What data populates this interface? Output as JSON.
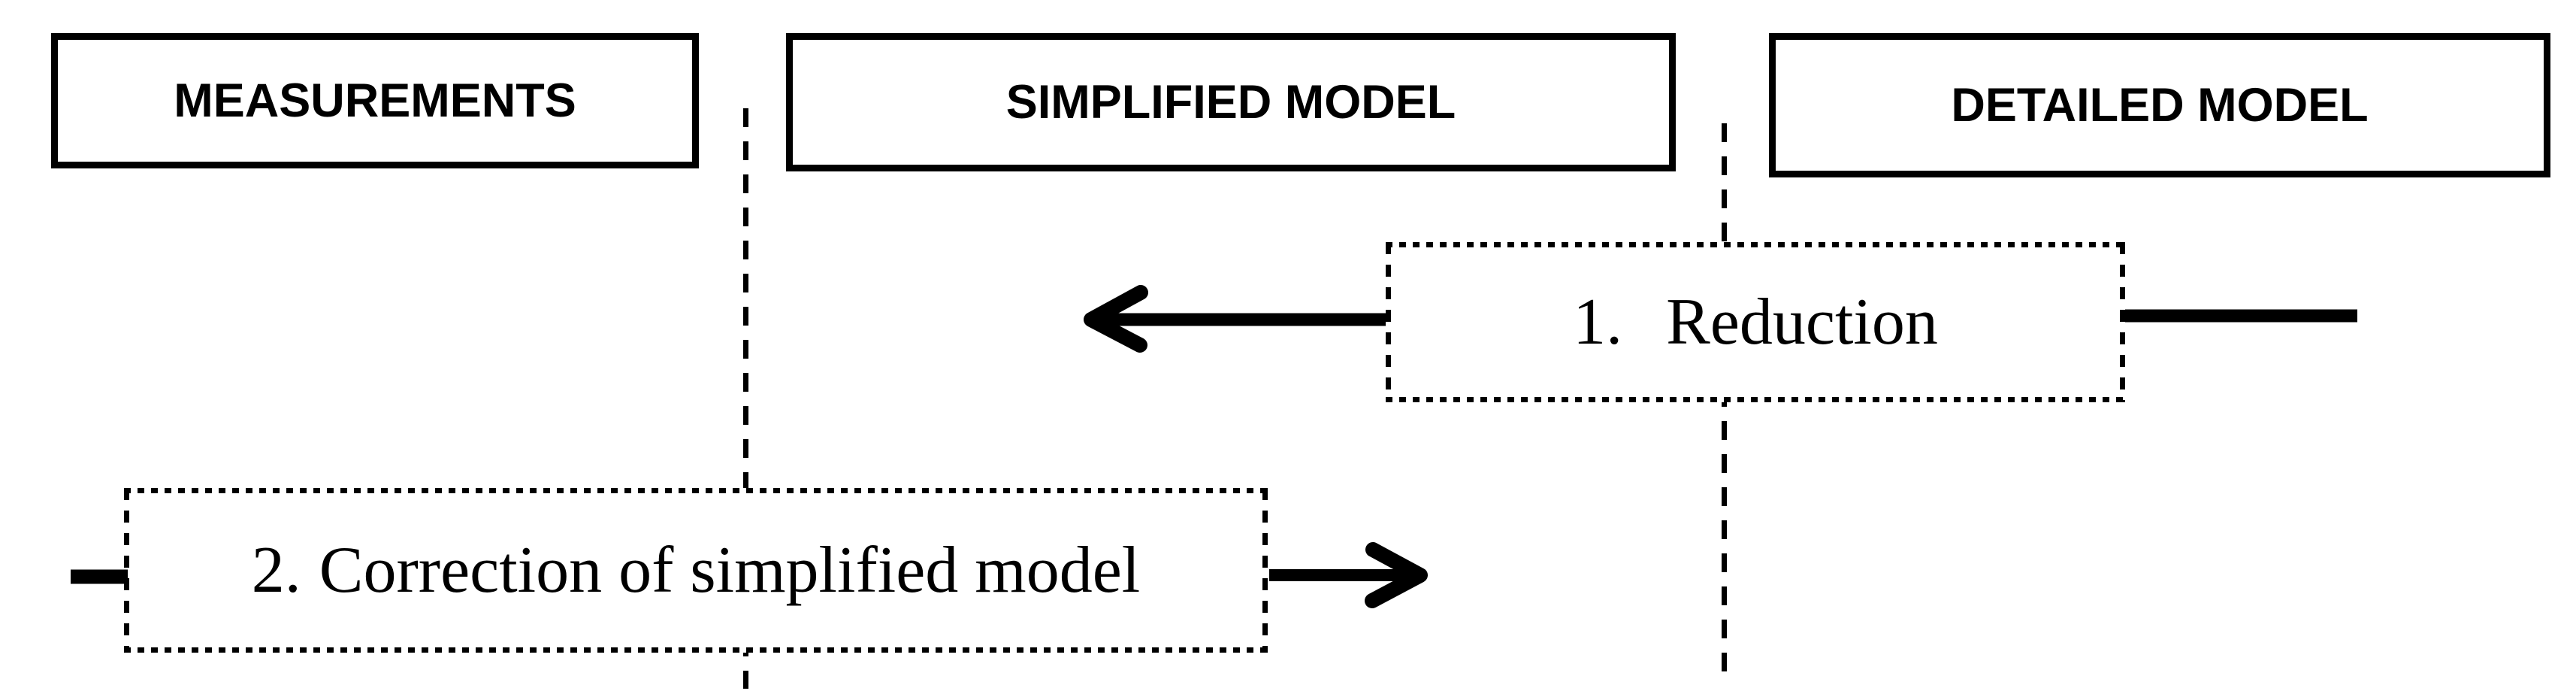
{
  "columns": [
    {
      "label": "MEASUREMENTS"
    },
    {
      "label": "SIMPLIFIED MODEL"
    },
    {
      "label": "DETAILED MODEL"
    }
  ],
  "steps": [
    {
      "number": "1.",
      "label": "Reduction"
    },
    {
      "number": "2.",
      "label": "Correction of simplified model"
    }
  ],
  "connectors": [
    {
      "id": "reduction-output-arrow",
      "type": "arrow",
      "direction": "left",
      "from": "reduction-box",
      "to": "simplified-model-column"
    },
    {
      "id": "reduction-input-line",
      "type": "line",
      "direction": "none",
      "from": "detailed-model-column",
      "to": "reduction-box"
    },
    {
      "id": "correction-input-line",
      "type": "line",
      "direction": "none",
      "from": "measurements-column",
      "to": "correction-box"
    },
    {
      "id": "correction-output-arrow",
      "type": "arrow",
      "direction": "right",
      "from": "correction-box",
      "to": "simplified-model-column"
    }
  ],
  "colors": {
    "ink": "#000000",
    "background": "#ffffff"
  }
}
